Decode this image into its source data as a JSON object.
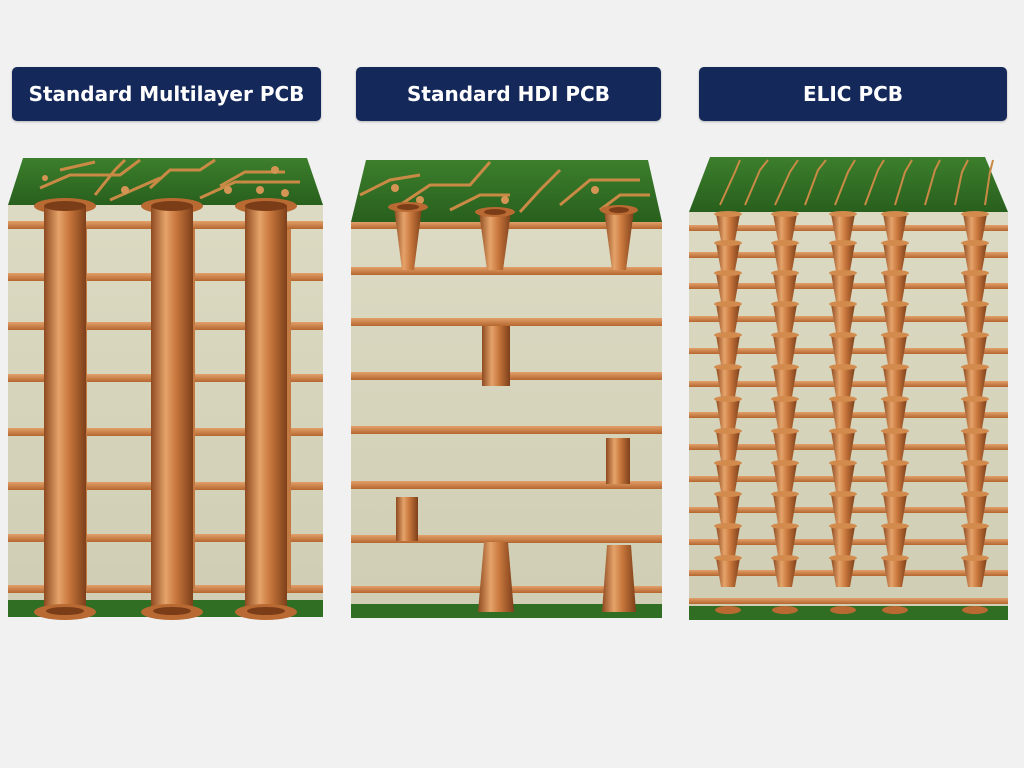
{
  "panels": [
    {
      "title": "Standard Multilayer PCB"
    },
    {
      "title": "Standard HDI PCB"
    },
    {
      "title": "ELIC PCB"
    }
  ],
  "colors": {
    "background": "#f1f1f1",
    "label_bg": "#14285a",
    "label_text": "#ffffff",
    "solder_mask": "#2f6e23",
    "copper": "#c8773c",
    "copper_light": "#e7a56a",
    "dielectric": "#d9d7bd"
  }
}
